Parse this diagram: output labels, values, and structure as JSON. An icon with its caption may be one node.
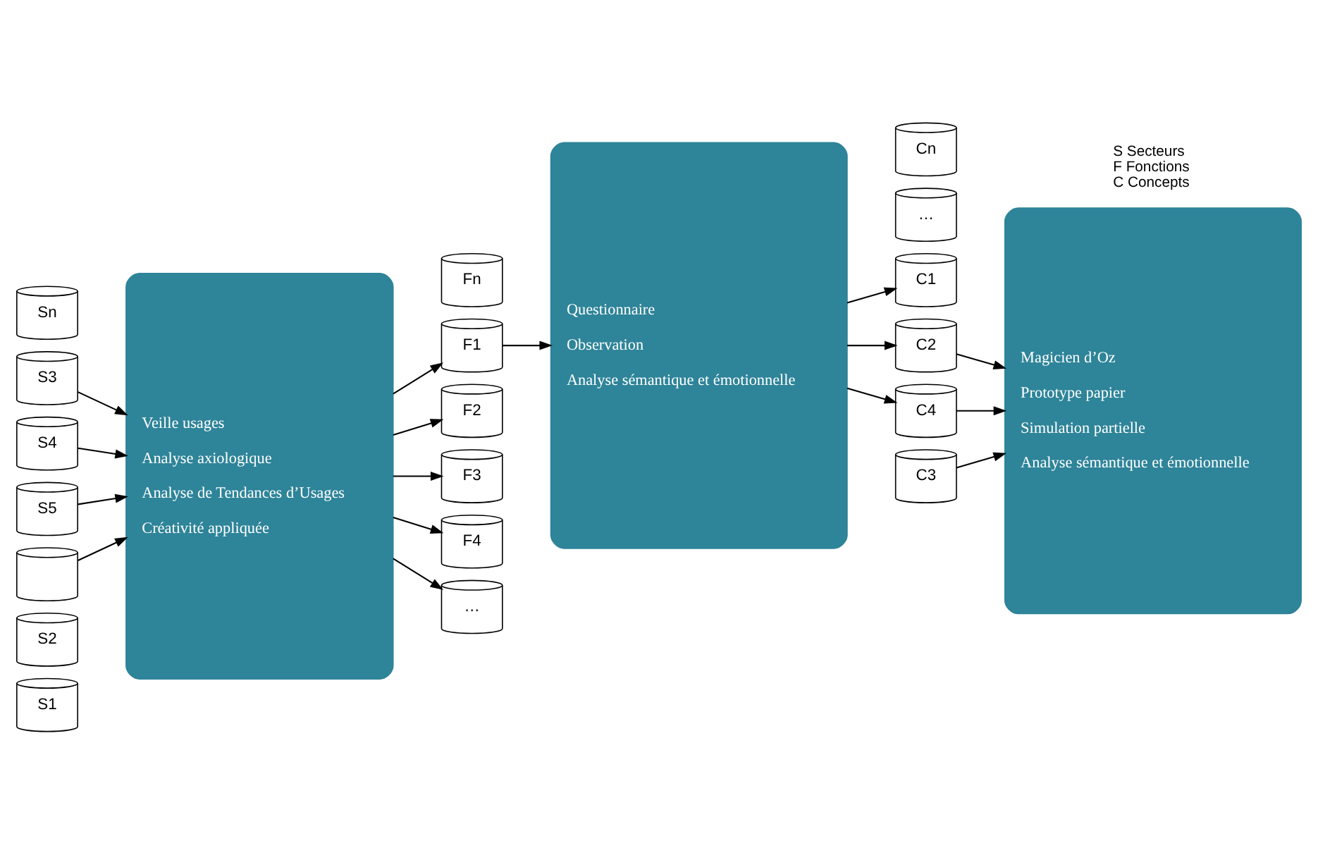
{
  "diagram": {
    "nodes": [
      {
        "text": [
          "S1"
        ]
      },
      {
        "text": [
          "S2"
        ]
      },
      {
        "text": [
          "S3"
        ]
      },
      {
        "text": [
          "S4"
        ]
      },
      {
        "text": [
          "S5"
        ]
      },
      {
        "text": [],
        "shape": "cylinder"
      },
      {
        "text": [
          "Sn"
        ]
      },
      {
        "text": [
          "Veille usages",
          "Analyse axiologique",
          "Analyse de Tendances d’Usages",
          "Créativité appliquée"
        ]
      },
      {
        "text": [
          "F1"
        ]
      },
      {
        "text": [
          "F2"
        ]
      },
      {
        "text": [
          "F3"
        ]
      },
      {
        "text": [
          "F4"
        ]
      },
      {
        "text": [
          "…"
        ]
      },
      {
        "text": [
          "Fn"
        ]
      },
      {
        "text": [
          "Questionnaire",
          "Observation",
          "Analyse sémantique et émotionnelle"
        ]
      },
      {
        "text": [
          "C1"
        ]
      },
      {
        "text": [
          "C2"
        ]
      },
      {
        "text": [
          "C3"
        ]
      },
      {
        "text": [
          "C4"
        ]
      },
      {
        "text": [
          "…"
        ]
      },
      {
        "text": [
          "Cn"
        ]
      },
      {
        "text": [
          "Magicien d’Oz",
          "Prototype papier",
          "Simulation partielle",
          "Analyse sémantique et émotionnelle"
        ]
      }
    ],
    "edges": [
      {
        "from": 2,
        "to": 7,
        "arrow": "to"
      },
      {
        "from": 3,
        "to": 7,
        "arrow": "to"
      },
      {
        "from": 4,
        "to": 7,
        "arrow": "to"
      },
      {
        "from": 5,
        "to": 7,
        "arrow": "to"
      },
      {
        "from": 7,
        "to": 8,
        "arrow": "to"
      },
      {
        "from": 7,
        "to": 9,
        "arrow": "to"
      },
      {
        "from": 7,
        "to": 10,
        "arrow": "to"
      },
      {
        "from": 7,
        "to": 11,
        "arrow": "to"
      },
      {
        "from": 7,
        "to": 12,
        "arrow": "to"
      },
      {
        "from": 8,
        "to": 14,
        "arrow": "to"
      },
      {
        "from": 14,
        "to": 15,
        "arrow": "to"
      },
      {
        "from": 14,
        "to": 16,
        "arrow": "to"
      },
      {
        "from": 14,
        "to": 18,
        "arrow": "to"
      },
      {
        "from": 16,
        "to": 21,
        "arrow": "to"
      },
      {
        "from": 17,
        "to": 21,
        "arrow": "to"
      },
      {
        "from": 18,
        "to": 21,
        "arrow": "to"
      }
    ],
    "labels": [
      "S Secteurs",
      "F Fonctions",
      "C Concepts"
    ]
  }
}
